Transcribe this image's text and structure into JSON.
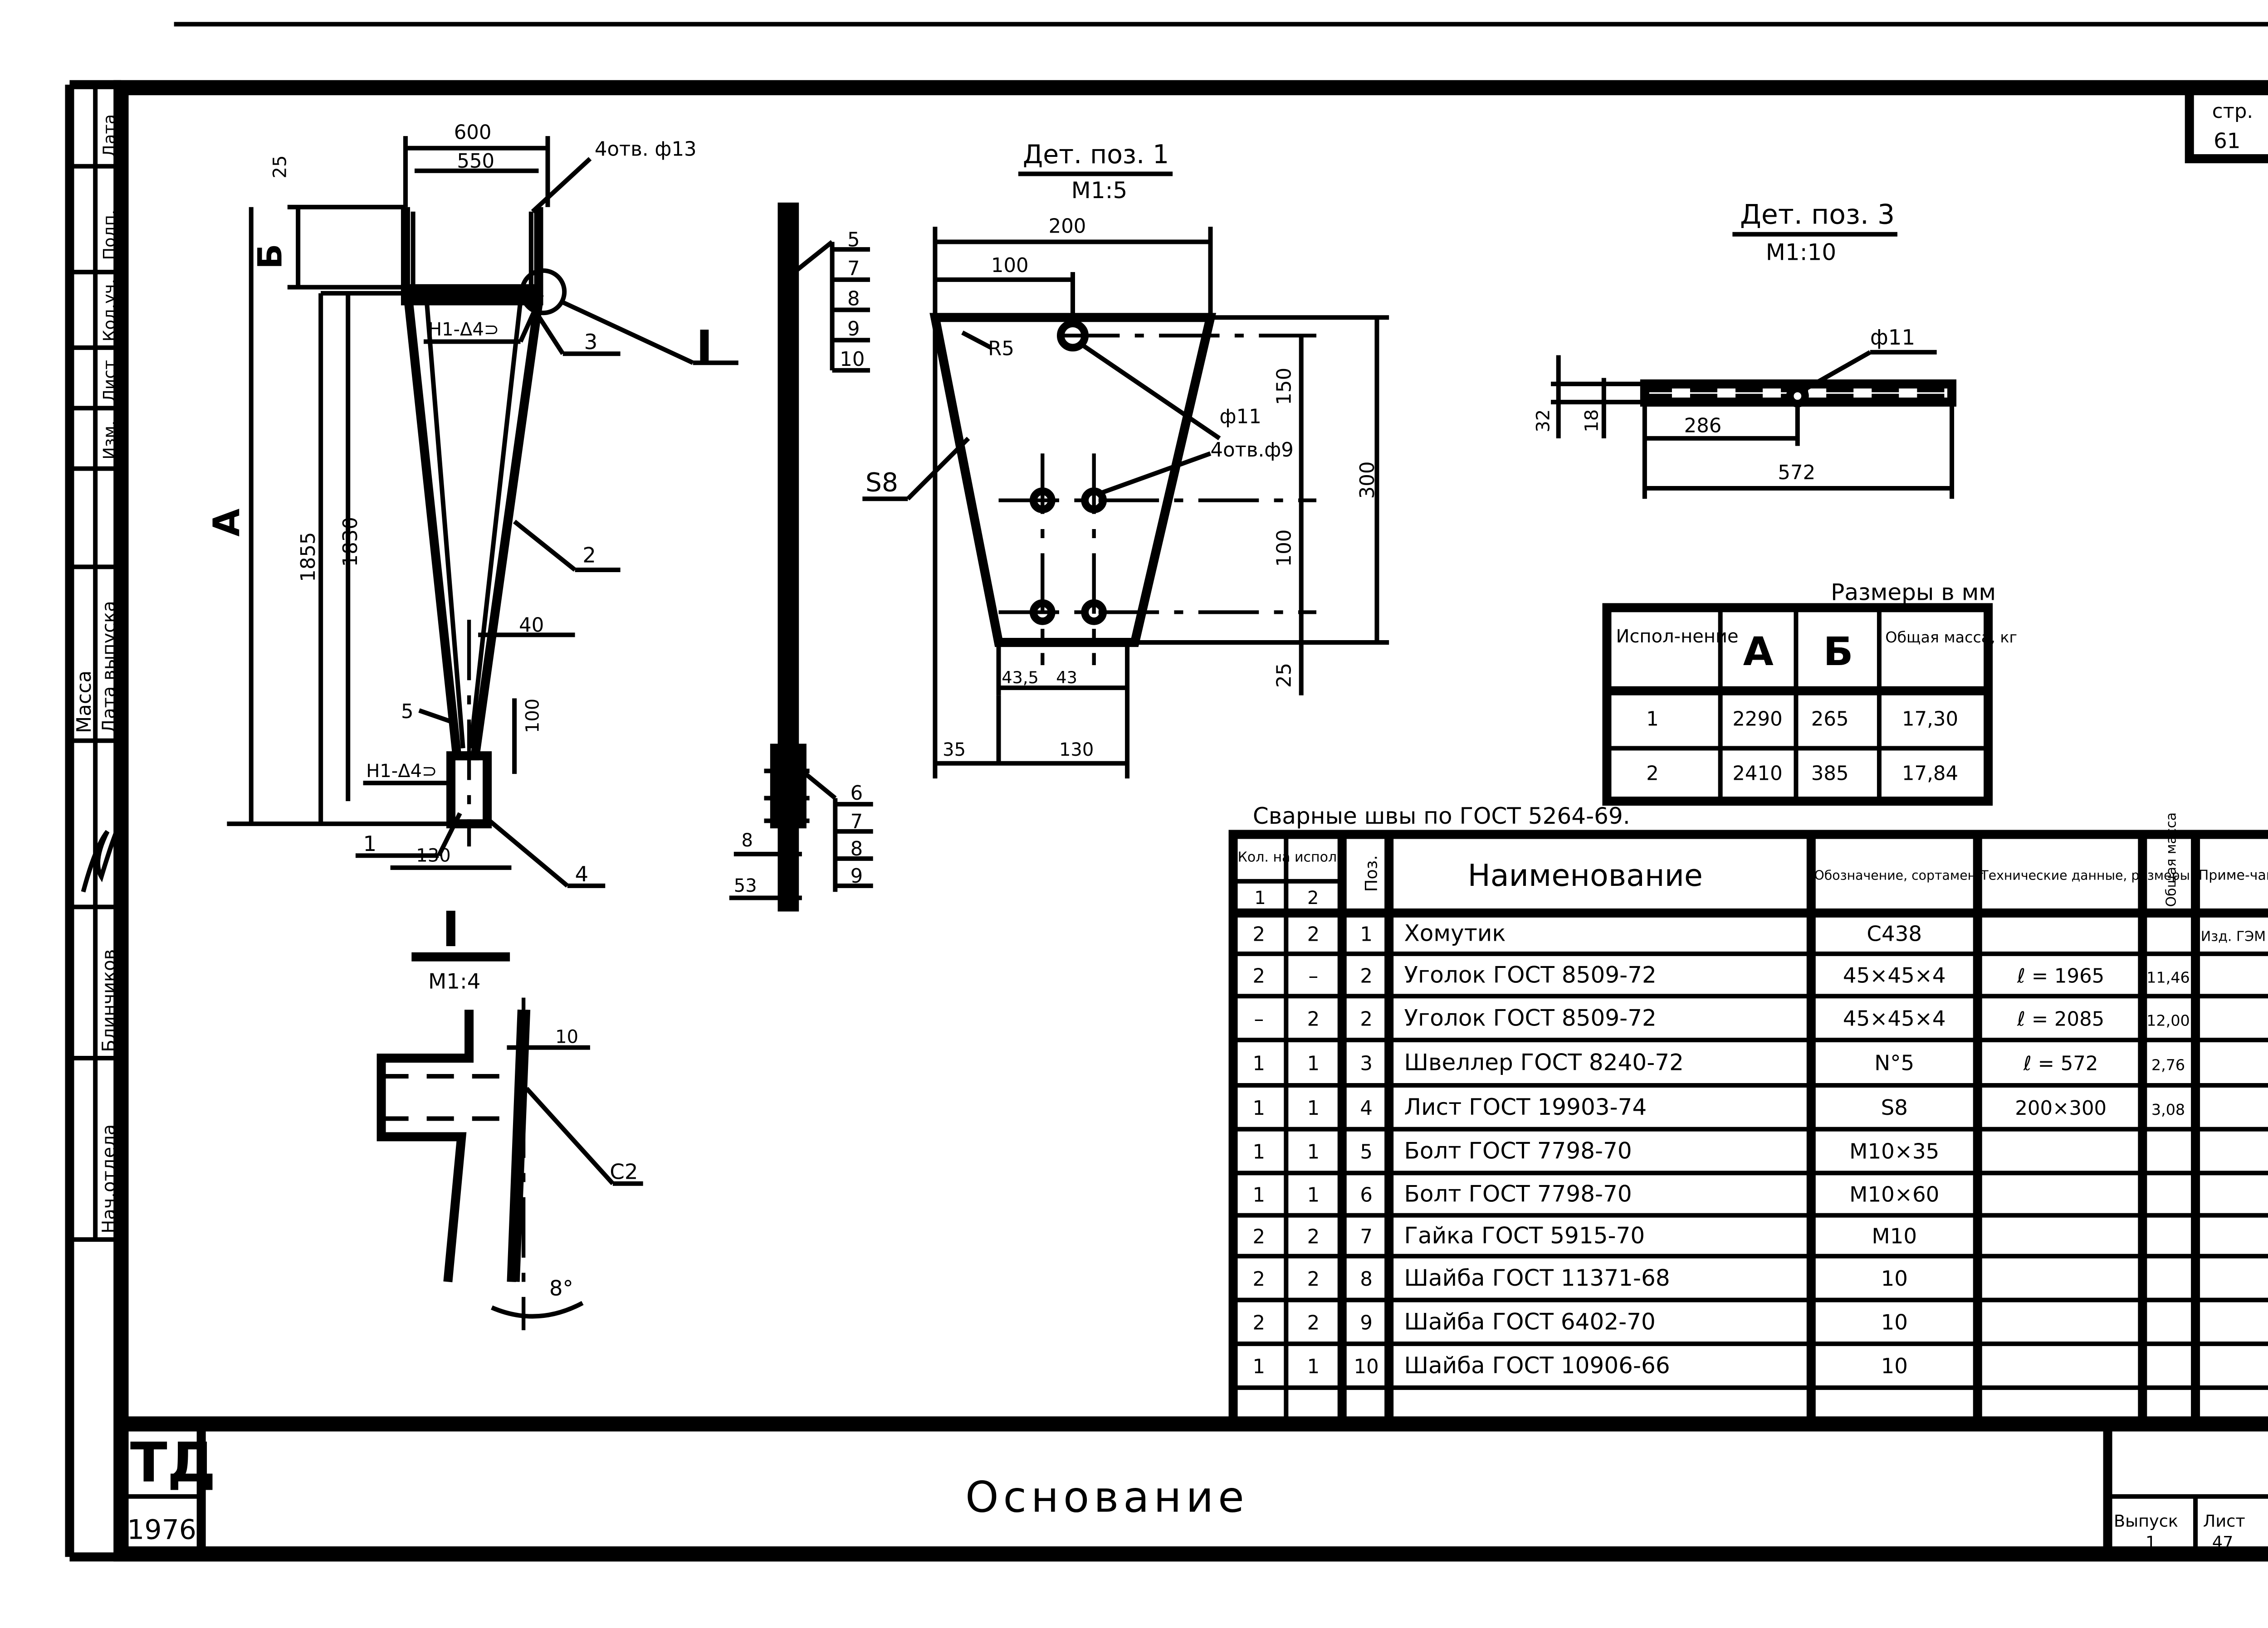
{
  "sheet": {
    "page_label": "стр.",
    "page_number": "61",
    "side_stamp": [
      "Дата",
      "Подп.",
      "Кол.уч.",
      "Лист",
      "Изм.",
      "Масса",
      "Дата выпуска",
      "Блинчиков",
      "Нач.отдела"
    ]
  },
  "main_view": {
    "dims": {
      "w600": "600",
      "w550": "550",
      "d25": "25",
      "holes": "4отв. ф13",
      "B": "Б",
      "A": "А",
      "h1855": "1855",
      "h1830": "1830",
      "weld": "Н1-Δ4⊃",
      "weld_bottom": "Н1-Δ4⊃",
      "d40": "40",
      "d5": "5",
      "d100": "100",
      "d130": "130"
    },
    "callouts": {
      "p1": "1",
      "p2": "2",
      "p3": "3",
      "p4": "4",
      "detail_I": "I"
    }
  },
  "side_view": {
    "callouts_top": [
      "5",
      "7",
      "8",
      "9",
      "10"
    ],
    "callouts_bottom": [
      "6",
      "7",
      "8",
      "9"
    ],
    "dims": {
      "d8": "8",
      "d53": "53"
    }
  },
  "detail_I": {
    "title": "I",
    "scale": "М1:4",
    "dims": {
      "d10": "10",
      "weld": "С2",
      "angle": "8°"
    }
  },
  "detail_1": {
    "title": "Дет. поз. 1",
    "scale": "М1:5",
    "dims": {
      "w200": "200",
      "w100": "100",
      "r5": "R5",
      "f11": "ф11",
      "holes": "4отв.ф9",
      "s8": "S8",
      "h150": "150",
      "h100": "100",
      "h300": "300",
      "h25": "25",
      "d43_5": "43,5",
      "d43": "43",
      "d35": "35",
      "d130": "130"
    }
  },
  "detail_3": {
    "title": "Дет. поз. 3",
    "scale": "М1:10",
    "dims": {
      "f11": "ф11",
      "d32": "32",
      "d18": "18",
      "d286": "286",
      "d572": "572"
    }
  },
  "size_table": {
    "caption": "Размеры в мм",
    "headers": [
      "Испол-нение",
      "А",
      "Б",
      "Общая масса, кг"
    ],
    "rows": [
      [
        "1",
        "2290",
        "265",
        "17,30"
      ],
      [
        "2",
        "2410",
        "385",
        "17,84"
      ]
    ]
  },
  "weld_note": "Сварные швы по ГОСТ 5264-69.",
  "bom": {
    "headers": {
      "qty": "Кол. на испол.",
      "qty1": "1",
      "qty2": "2",
      "pos": "Поз.",
      "name": "Наименование",
      "designation": "Обозначение, сортамент",
      "tech": "Технические данные, размеры",
      "mass": "Общая масса",
      "note": "Приме-чание"
    },
    "rows": [
      {
        "q1": "2",
        "q2": "2",
        "pos": "1",
        "name": "Хомутик",
        "desig": "С438",
        "tech": "",
        "mass": "",
        "note": "Изд. ГЭМ"
      },
      {
        "q1": "2",
        "q2": "–",
        "pos": "2",
        "name": "Уголок ГОСТ 8509-72",
        "desig": "45×45×4",
        "tech": "ℓ = 1965",
        "mass": "11,46",
        "note": ""
      },
      {
        "q1": "–",
        "q2": "2",
        "pos": "2",
        "name": "Уголок ГОСТ 8509-72",
        "desig": "45×45×4",
        "tech": "ℓ = 2085",
        "mass": "12,00",
        "note": ""
      },
      {
        "q1": "1",
        "q2": "1",
        "pos": "3",
        "name": "Швеллер ГОСТ 8240-72",
        "desig": "N°5",
        "tech": "ℓ = 572",
        "mass": "2,76",
        "note": ""
      },
      {
        "q1": "1",
        "q2": "1",
        "pos": "4",
        "name": "Лист ГОСТ 19903-74",
        "desig": "S8",
        "tech": "200×300",
        "mass": "3,08",
        "note": ""
      },
      {
        "q1": "1",
        "q2": "1",
        "pos": "5",
        "name": "Болт ГОСТ 7798-70",
        "desig": "М10×35",
        "tech": "",
        "mass": "",
        "note": ""
      },
      {
        "q1": "1",
        "q2": "1",
        "pos": "6",
        "name": "Болт ГОСТ 7798-70",
        "desig": "М10×60",
        "tech": "",
        "mass": "",
        "note": ""
      },
      {
        "q1": "2",
        "q2": "2",
        "pos": "7",
        "name": "Гайка ГОСТ 5915-70",
        "desig": "М10",
        "tech": "",
        "mass": "",
        "note": ""
      },
      {
        "q1": "2",
        "q2": "2",
        "pos": "8",
        "name": "Шайба ГОСТ 11371-68",
        "desig": "10",
        "tech": "",
        "mass": "",
        "note": ""
      },
      {
        "q1": "2",
        "q2": "2",
        "pos": "9",
        "name": "Шайба ГОСТ 6402-70",
        "desig": "10",
        "tech": "",
        "mass": "",
        "note": ""
      },
      {
        "q1": "1",
        "q2": "1",
        "pos": "10",
        "name": "Шайба ГОСТ 10906-66",
        "desig": "10",
        "tech": "",
        "mass": "",
        "note": ""
      }
    ]
  },
  "title_block": {
    "org": "ТД",
    "year": "1976",
    "title": "Основание",
    "issue_label": "Выпуск",
    "issue": "1",
    "sheet_label": "Лист",
    "sheet": "47"
  }
}
